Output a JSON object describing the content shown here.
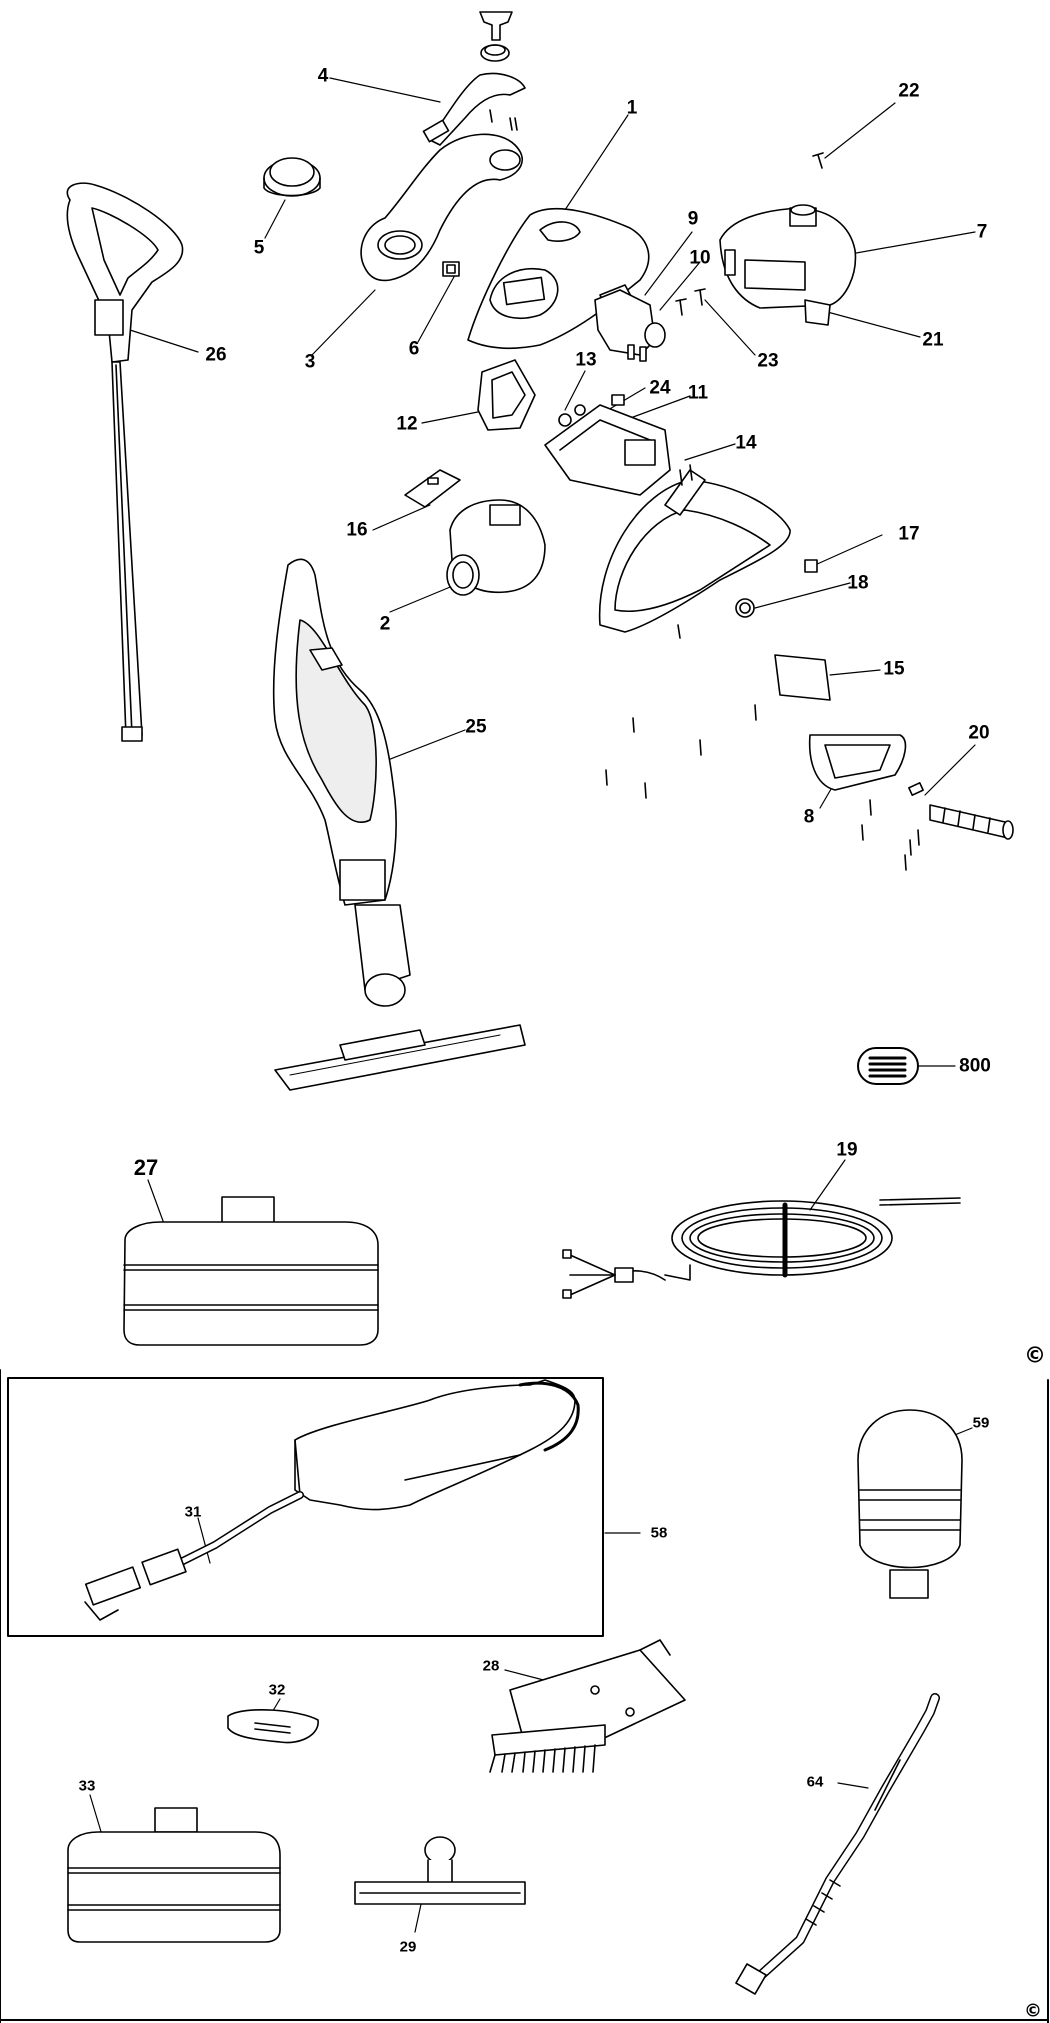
{
  "callouts": {
    "c1": "1",
    "c2": "2",
    "c3": "3",
    "c4": "4",
    "c5": "5",
    "c6": "6",
    "c7": "7",
    "c8": "8",
    "c9": "9",
    "c10": "10",
    "c11": "11",
    "c12": "12",
    "c13": "13",
    "c14": "14",
    "c15": "15",
    "c16": "16",
    "c17": "17",
    "c18": "18",
    "c19": "19",
    "c20": "20",
    "c21": "21",
    "c22": "22",
    "c23": "23",
    "c24": "24",
    "c25": "25",
    "c26": "26",
    "c27": "27",
    "c28": "28",
    "c29": "29",
    "c31": "31",
    "c32": "32",
    "c33": "33",
    "c58": "58",
    "c59": "59",
    "c64": "64",
    "c800": "800"
  },
  "copyright_symbol": "©",
  "colors": {
    "line": "#000000",
    "fill": "#ffffff",
    "shade": "#d9d9d9",
    "dark": "#555555"
  }
}
